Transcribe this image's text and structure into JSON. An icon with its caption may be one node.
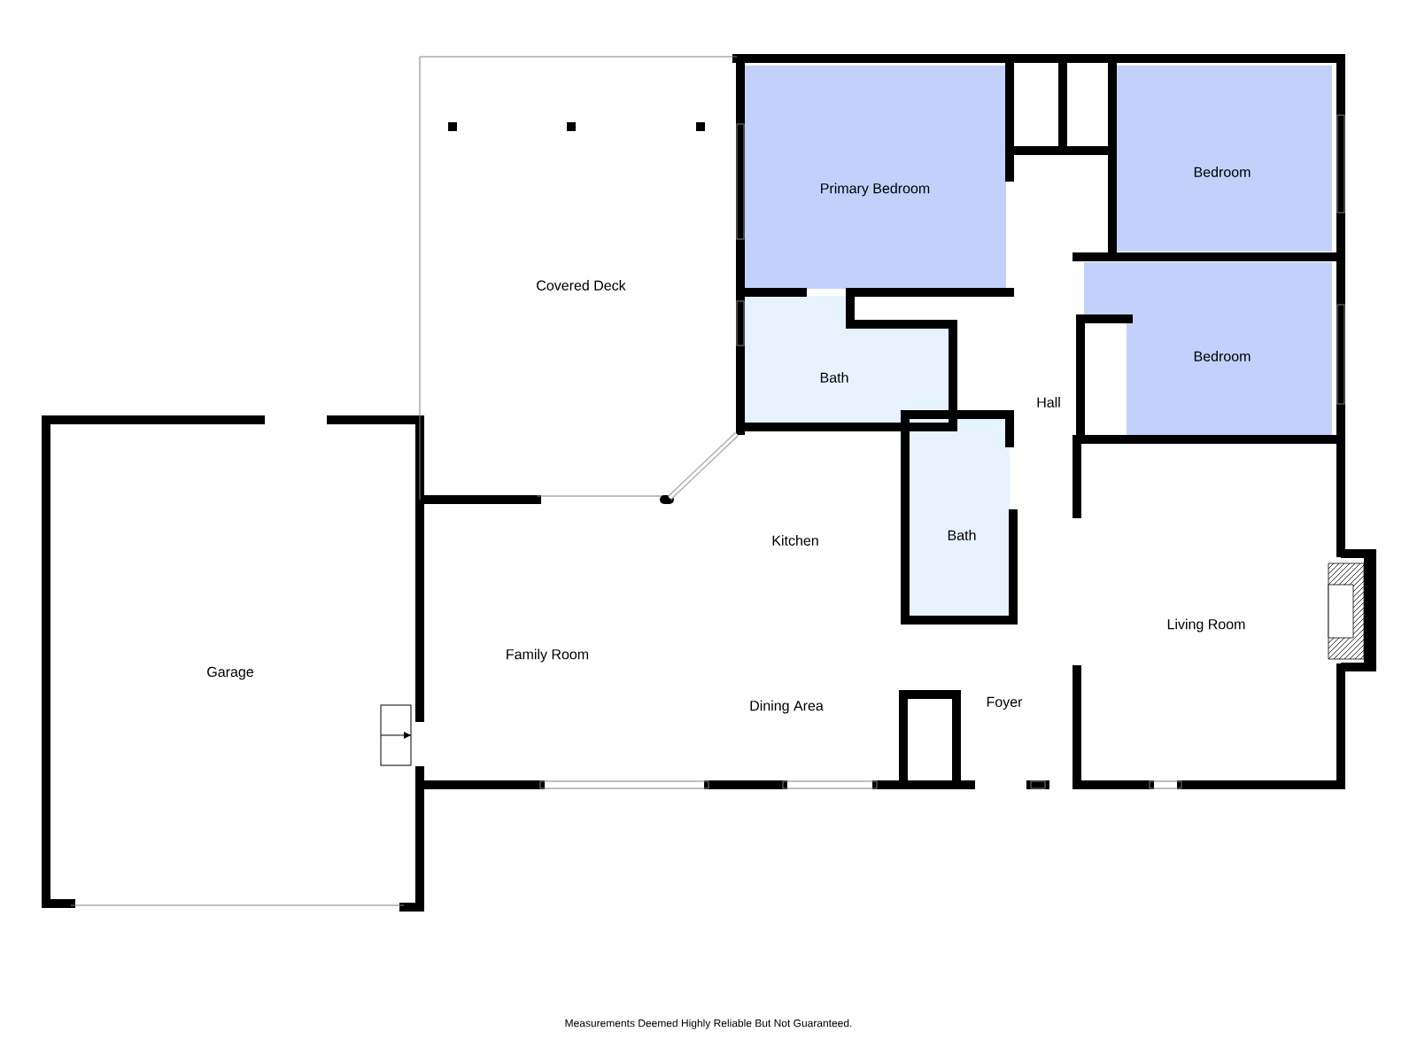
{
  "diagram": {
    "nodes": [
      {
        "text": [
          "Covered Deck"
        ]
      },
      {
        "text": [
          "Primary Bedroom"
        ]
      },
      {
        "text": [
          "Bedroom"
        ]
      },
      {
        "text": [
          "Bath"
        ]
      },
      {
        "text": [
          "Bedroom"
        ]
      },
      {
        "text": [
          "Hall"
        ]
      },
      {
        "text": [
          "Bath"
        ]
      },
      {
        "text": [
          "Kitchen"
        ]
      },
      {
        "text": [
          "Garage"
        ]
      },
      {
        "text": [
          "Living Room"
        ]
      },
      {
        "text": [
          "Family Room"
        ]
      },
      {
        "text": [
          "Dining Area"
        ]
      },
      {
        "text": [
          "Foyer"
        ]
      }
    ],
    "labels": [
      "Measurements Deemed Highly Reliable But Not Guaranteed."
    ]
  }
}
